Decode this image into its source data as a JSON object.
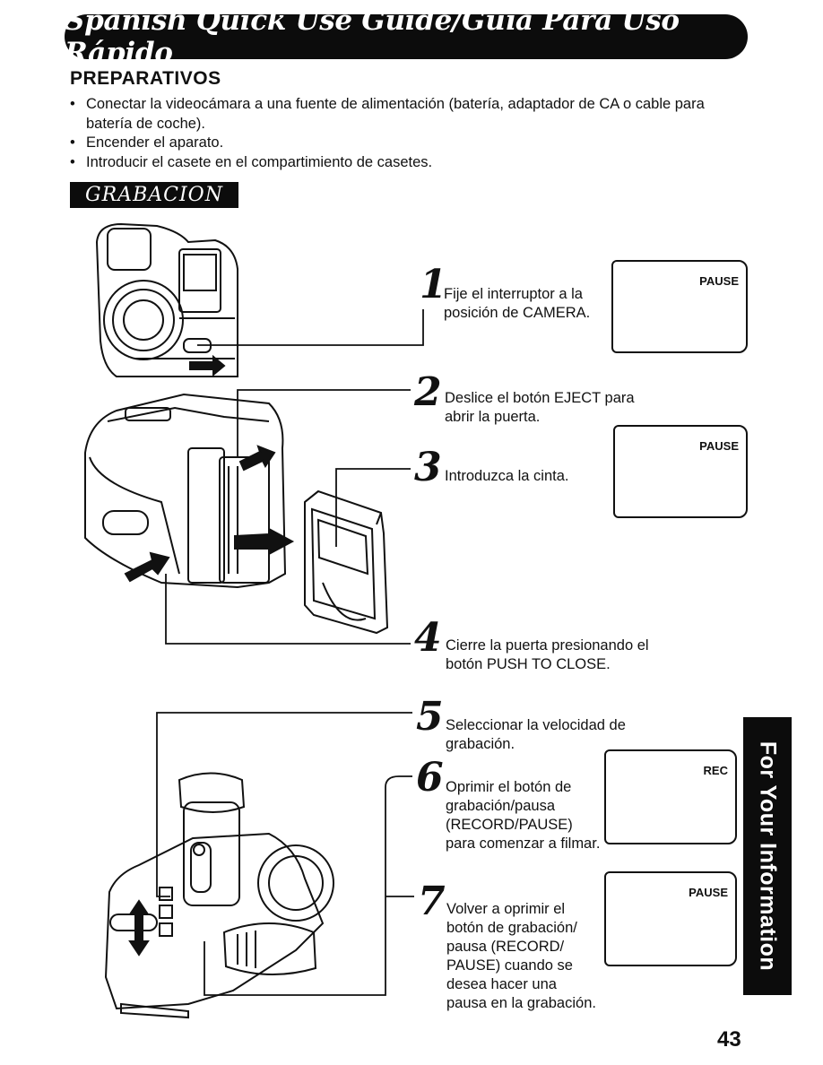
{
  "banner": {
    "title": "Spanish Quick Use Guide/Guía Para Uso Rápido"
  },
  "preparativos": {
    "heading": "PREPARATIVOS",
    "items": [
      "Conectar la videocámara a una fuente de alimentación (batería, adaptador de CA o cable para batería de coche).",
      "Encender el aparato.",
      "Introducir el casete en el compartimiento de casetes."
    ]
  },
  "grabacion": {
    "heading": "GRABACION"
  },
  "steps": [
    {
      "num": "1",
      "text": "Fije el interruptor a la posición de CAMERA."
    },
    {
      "num": "2",
      "text": "Deslice el botón EJECT para abrir la puerta."
    },
    {
      "num": "3",
      "text": "Introduzca la cinta."
    },
    {
      "num": "4",
      "text": "Cierre la puerta presionando el botón PUSH TO CLOSE."
    },
    {
      "num": "5",
      "text": "Seleccionar la velocidad de grabación."
    },
    {
      "num": "6",
      "text": "Oprimir el botón de grabación/pausa (RECORD/PAUSE) para comenzar a filmar."
    },
    {
      "num": "7",
      "text": "Volver a oprimir el botón de grabación/ pausa (RECORD/ PAUSE) cuando se desea hacer una pausa en la grabación."
    }
  ],
  "screens": [
    "PAUSE",
    "PAUSE",
    "REC",
    "PAUSE"
  ],
  "side_tab": "For Your Information",
  "page_number": "43"
}
